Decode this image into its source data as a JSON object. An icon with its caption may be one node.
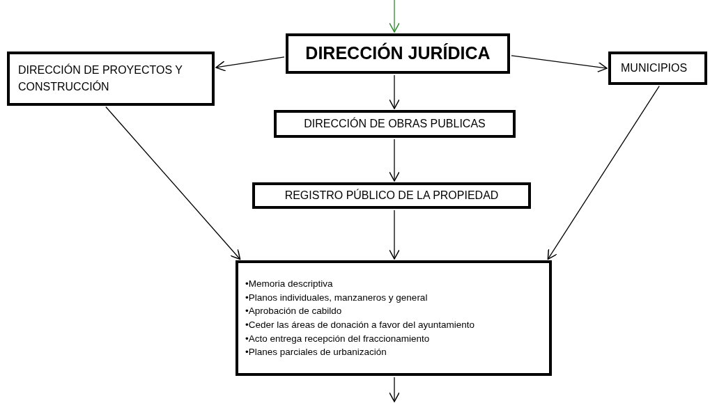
{
  "diagram": {
    "nodes": [
      {
        "text": [
          "DIRECCIÓN JURÍDICA"
        ]
      },
      {
        "text": [
          "DIRECCIÓN DE PROYECTOS Y CONSTRUCCIÓN"
        ]
      },
      {
        "text": [
          "MUNICIPIOS"
        ]
      },
      {
        "text": [
          "DIRECCIÓN DE OBRAS PUBLICAS"
        ]
      },
      {
        "text": [
          "REGISTRO PÚBLICO DE LA PROPIEDAD"
        ]
      },
      {
        "text": [
          "•Memoria descriptiva",
          "•Planos individuales, manzaneros y general",
          "•Aprobación de cabildo",
          "•Ceder las áreas de donación a favor del ayuntamiento",
          "•Acto entrega  recepción del fraccionamiento",
          "•Planes parciales de urbanización"
        ]
      }
    ],
    "edges": [
      {
        "from": null,
        "to": 0,
        "arrow": "to",
        "color": "#2e8b2e"
      },
      {
        "from": 0,
        "to": 1,
        "arrow": "to"
      },
      {
        "from": 0,
        "to": 2,
        "arrow": "to"
      },
      {
        "from": 0,
        "to": 3,
        "arrow": "to"
      },
      {
        "from": 3,
        "to": 4,
        "arrow": "to"
      },
      {
        "from": 4,
        "to": 5,
        "arrow": "to"
      },
      {
        "from": 1,
        "to": 5,
        "arrow": "to"
      },
      {
        "from": 2,
        "to": 5,
        "arrow": "to"
      },
      {
        "from": 5,
        "to": null,
        "arrow": "to"
      }
    ]
  }
}
